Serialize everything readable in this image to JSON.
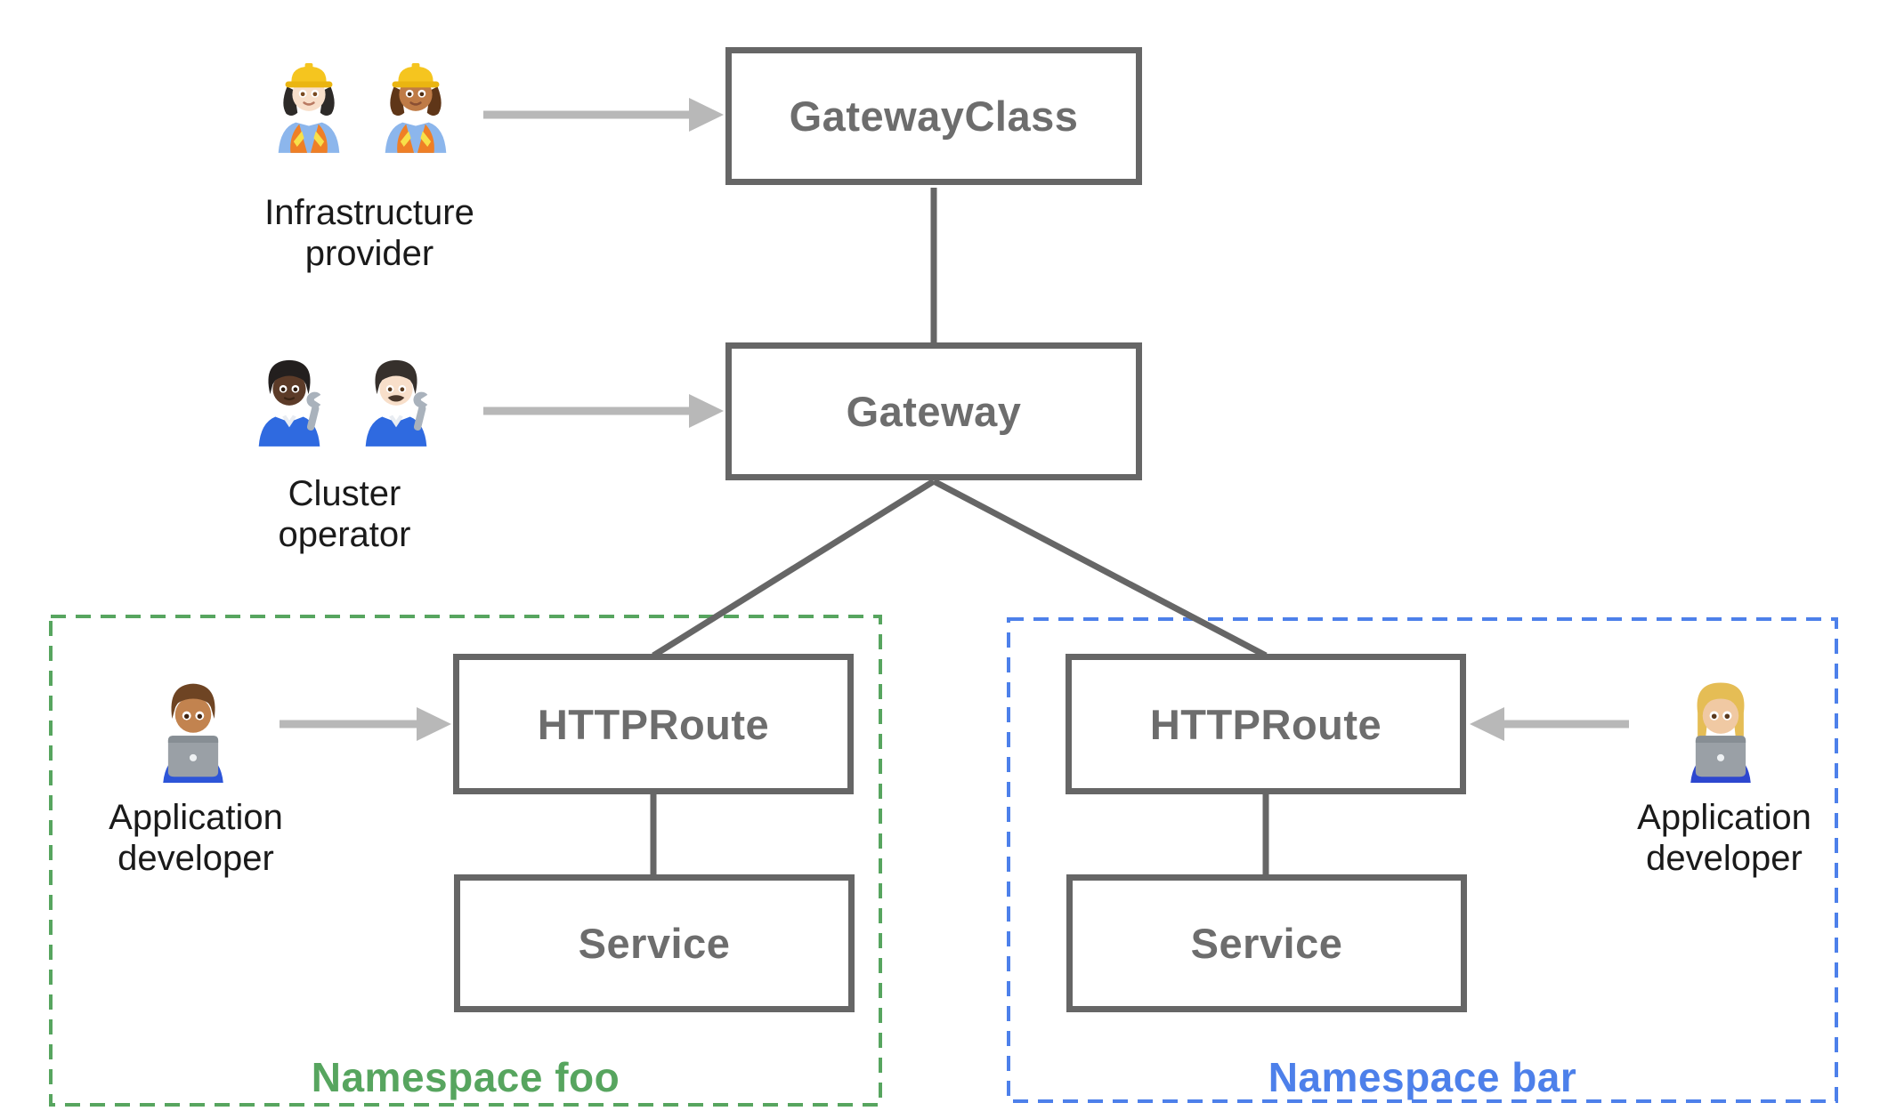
{
  "page": {
    "title": "Gateway API resource model diagram"
  },
  "diagram": {
    "nodes": {
      "gateway_class": {
        "label": "GatewayClass"
      },
      "gateway": {
        "label": "Gateway"
      },
      "httproute_foo": {
        "label": "HTTPRoute"
      },
      "service_foo": {
        "label": "Service"
      },
      "httproute_bar": {
        "label": "HTTPRoute"
      },
      "service_bar": {
        "label": "Service"
      }
    },
    "namespaces": {
      "foo": {
        "label": "Namespace foo"
      },
      "bar": {
        "label": "Namespace bar"
      }
    },
    "personas": {
      "infrastructure_provider": {
        "line1": "Infrastructure",
        "line2": "provider",
        "icons": [
          "woman-construction-worker-light-skin-icon",
          "woman-construction-worker-medium-skin-icon"
        ]
      },
      "cluster_operator": {
        "line1": "Cluster",
        "line2": "operator",
        "icons": [
          "mechanic-dark-skin-icon",
          "man-mechanic-light-skin-icon"
        ]
      },
      "application_developer_foo": {
        "line1": "Application",
        "line2": "developer",
        "icons": [
          "man-technologist-icon"
        ]
      },
      "application_developer_bar": {
        "line1": "Application",
        "line2": "developer",
        "icons": [
          "woman-technologist-icon"
        ]
      }
    },
    "edges": [
      {
        "from": "gateway_class",
        "to": "gateway",
        "style": "line"
      },
      {
        "from": "gateway",
        "to": "httproute_foo",
        "style": "line"
      },
      {
        "from": "gateway",
        "to": "httproute_bar",
        "style": "line"
      },
      {
        "from": "httproute_foo",
        "to": "service_foo",
        "style": "line"
      },
      {
        "from": "httproute_bar",
        "to": "service_bar",
        "style": "line"
      },
      {
        "from": "infrastructure_provider",
        "to": "gateway_class",
        "style": "arrow"
      },
      {
        "from": "cluster_operator",
        "to": "gateway",
        "style": "arrow"
      },
      {
        "from": "application_developer_foo",
        "to": "httproute_foo",
        "style": "arrow"
      },
      {
        "from": "application_developer_bar",
        "to": "httproute_bar",
        "style": "arrow"
      }
    ],
    "colors": {
      "box_border": "#666666",
      "box_label": "#6d6d6d",
      "connector": "#666666",
      "arrow": "#b8b8b8",
      "namespace_foo": "#57a55f",
      "namespace_bar": "#4d80ea",
      "persona_label": "#1a1a1a",
      "background": "#ffffff"
    }
  }
}
